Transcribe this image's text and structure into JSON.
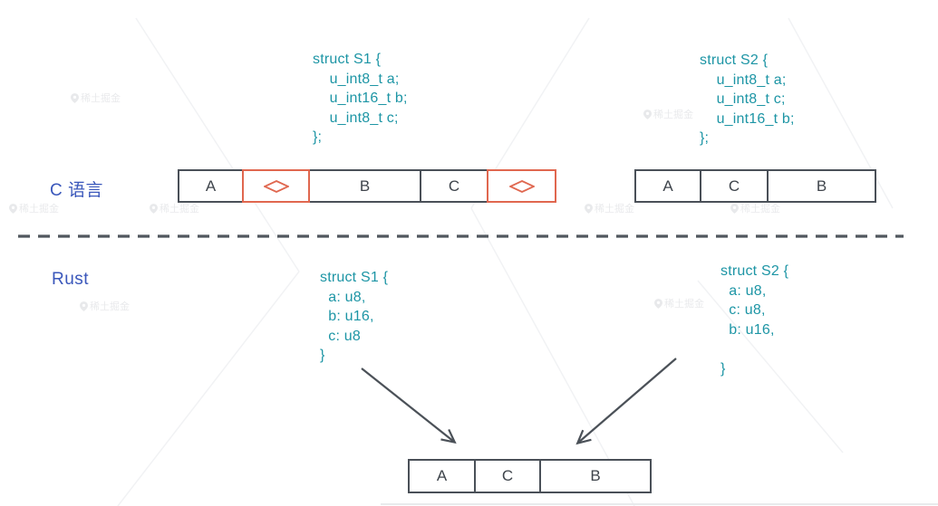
{
  "labels": {
    "c_row": "C 语言",
    "rust_row": "Rust"
  },
  "code_blocks": {
    "c_s1": "struct S1 {\n    u_int8_t a;\n    u_int16_t b;\n    u_int8_t c;\n};",
    "c_s2": "struct S2 {\n    u_int8_t a;\n    u_int8_t c;\n    u_int16_t b;\n};",
    "rust_s1": "struct S1 {\n  a: u8,\n  b: u16,\n  c: u8\n}",
    "rust_s2": "struct S2 {\n  a: u8,\n  c: u8,\n  b: u16,\n\n}"
  },
  "memory_rows": {
    "c_s1": {
      "cells": [
        {
          "label": "A",
          "type": "field",
          "w": 73
        },
        {
          "label": "",
          "type": "padding",
          "w": 75
        },
        {
          "label": "B",
          "type": "field",
          "w": 125
        },
        {
          "label": "C",
          "type": "field",
          "w": 76
        },
        {
          "label": "",
          "type": "padding",
          "w": 77
        }
      ]
    },
    "c_s2": {
      "cells": [
        {
          "label": "A",
          "type": "field",
          "w": 74
        },
        {
          "label": "C",
          "type": "field",
          "w": 76
        },
        {
          "label": "B",
          "type": "field",
          "w": 121
        }
      ]
    },
    "rust_result": {
      "cells": [
        {
          "label": "A",
          "type": "field",
          "w": 75
        },
        {
          "label": "C",
          "type": "field",
          "w": 74
        },
        {
          "label": "B",
          "type": "field",
          "w": 124
        }
      ]
    }
  },
  "watermark": {
    "text": "稀土掘金"
  },
  "colors": {
    "code_text": "#1d95a5",
    "label_text": "#3a57bb",
    "box_border": "#4a5058",
    "box_text": "#3f454c",
    "padding_accent": "#e0674f",
    "arrow": "#4b5158",
    "divider": "#51575e"
  }
}
